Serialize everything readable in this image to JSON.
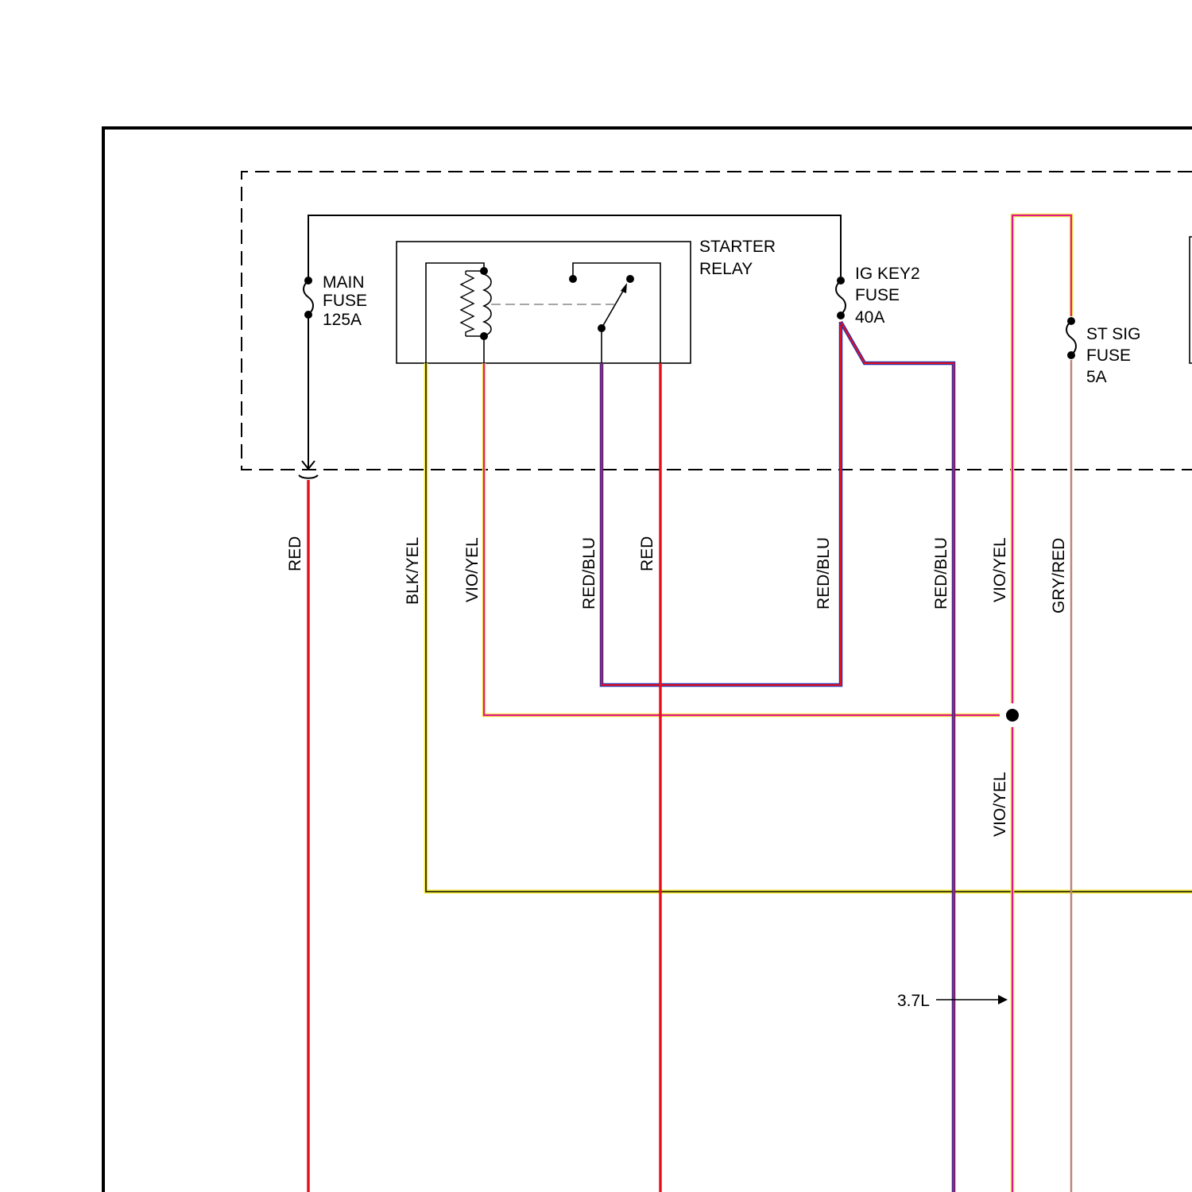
{
  "components": {
    "main_fuse": {
      "line1": "MAIN",
      "line2": "FUSE",
      "line3": "125A"
    },
    "starter_relay": {
      "line1": "STARTER",
      "line2": "RELAY"
    },
    "ig_key2_fuse": {
      "line1": "IG KEY2",
      "line2": "FUSE",
      "line3": "40A"
    },
    "st_sig_fuse": {
      "line1": "ST SIG",
      "line2": "FUSE",
      "line3": "5A"
    }
  },
  "wire_labels": {
    "main_red": "RED",
    "blk_yel": "BLK/YEL",
    "vio_yel_relay": "VIO/YEL",
    "red_blu_relay": "RED/BLU",
    "red_relay": "RED",
    "red_blu_ig": "RED/BLU",
    "red_blu_right": "RED/BLU",
    "vio_yel_upper": "VIO/YEL",
    "gry_red": "GRY/RED",
    "vio_yel_lower": "VIO/YEL"
  },
  "annotations": {
    "engine_variant": "3.7L"
  },
  "colors": {
    "red": "#e8101e",
    "blue": "#2b2fa8",
    "violet": "#e0198f",
    "yellow": "#f5ea3c",
    "olive": "#2a2a0a",
    "gray": "#b9857f",
    "black": "#000000"
  }
}
